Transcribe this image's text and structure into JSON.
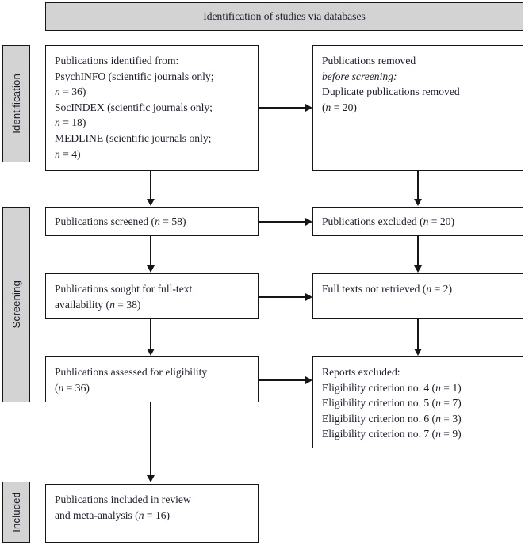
{
  "diagram": {
    "type": "prisma-flow-diagram",
    "title": "Identification of studies via databases",
    "stages": [
      {
        "id": "identification",
        "label": "Identification"
      },
      {
        "id": "screening",
        "label": "Screening"
      },
      {
        "id": "included",
        "label": "Included"
      }
    ],
    "boxes": {
      "identified": {
        "lines": [
          "Publications identified from:",
          "PsychINFO (scientific journals only;",
          "n = 36)",
          "SocINDEX (scientific journals only;",
          "n = 18)",
          "MEDLINE (scientific journals only;",
          "n = 4)"
        ]
      },
      "removed": {
        "lines": [
          "Publications removed",
          "before screening:",
          "Duplicate publications removed",
          "(n = 20)"
        ]
      },
      "screened": {
        "lines": [
          "Publications screened (n = 58)"
        ]
      },
      "excluded": {
        "lines": [
          "Publications excluded (n = 20)"
        ]
      },
      "sought": {
        "lines": [
          "Publications sought for full-text",
          "availability (n = 38)"
        ]
      },
      "not_retrieved": {
        "lines": [
          "Full texts not retrieved (n = 2)"
        ]
      },
      "assessed": {
        "lines": [
          "Publications assessed for eligibility",
          "(n = 36)"
        ]
      },
      "reports_excluded": {
        "lines": [
          "Reports excluded:",
          "Eligibility criterion no. 4 (n = 1)",
          "Eligibility criterion no. 5 (n = 7)",
          "Eligibility criterion no. 6 (n = 3)",
          "Eligibility criterion no. 7 (n = 9)"
        ]
      },
      "included": {
        "lines": [
          "Publications included in review",
          "and meta-analysis (n = 16)"
        ]
      }
    },
    "counts": {
      "psychinfo": 36,
      "socindex": 18,
      "medline": 4,
      "duplicates_removed": 20,
      "screened": 58,
      "excluded": 20,
      "sought_full_text": 38,
      "not_retrieved": 2,
      "assessed": 36,
      "criterion_4": 1,
      "criterion_5": 7,
      "criterion_6": 3,
      "criterion_7": 9,
      "included": 16
    },
    "colors": {
      "stage_fill": "#d3d3d3",
      "band_fill": "#d3d3d3",
      "border": "#161616",
      "text": "#1b1b2b",
      "background": "#ffffff"
    }
  }
}
